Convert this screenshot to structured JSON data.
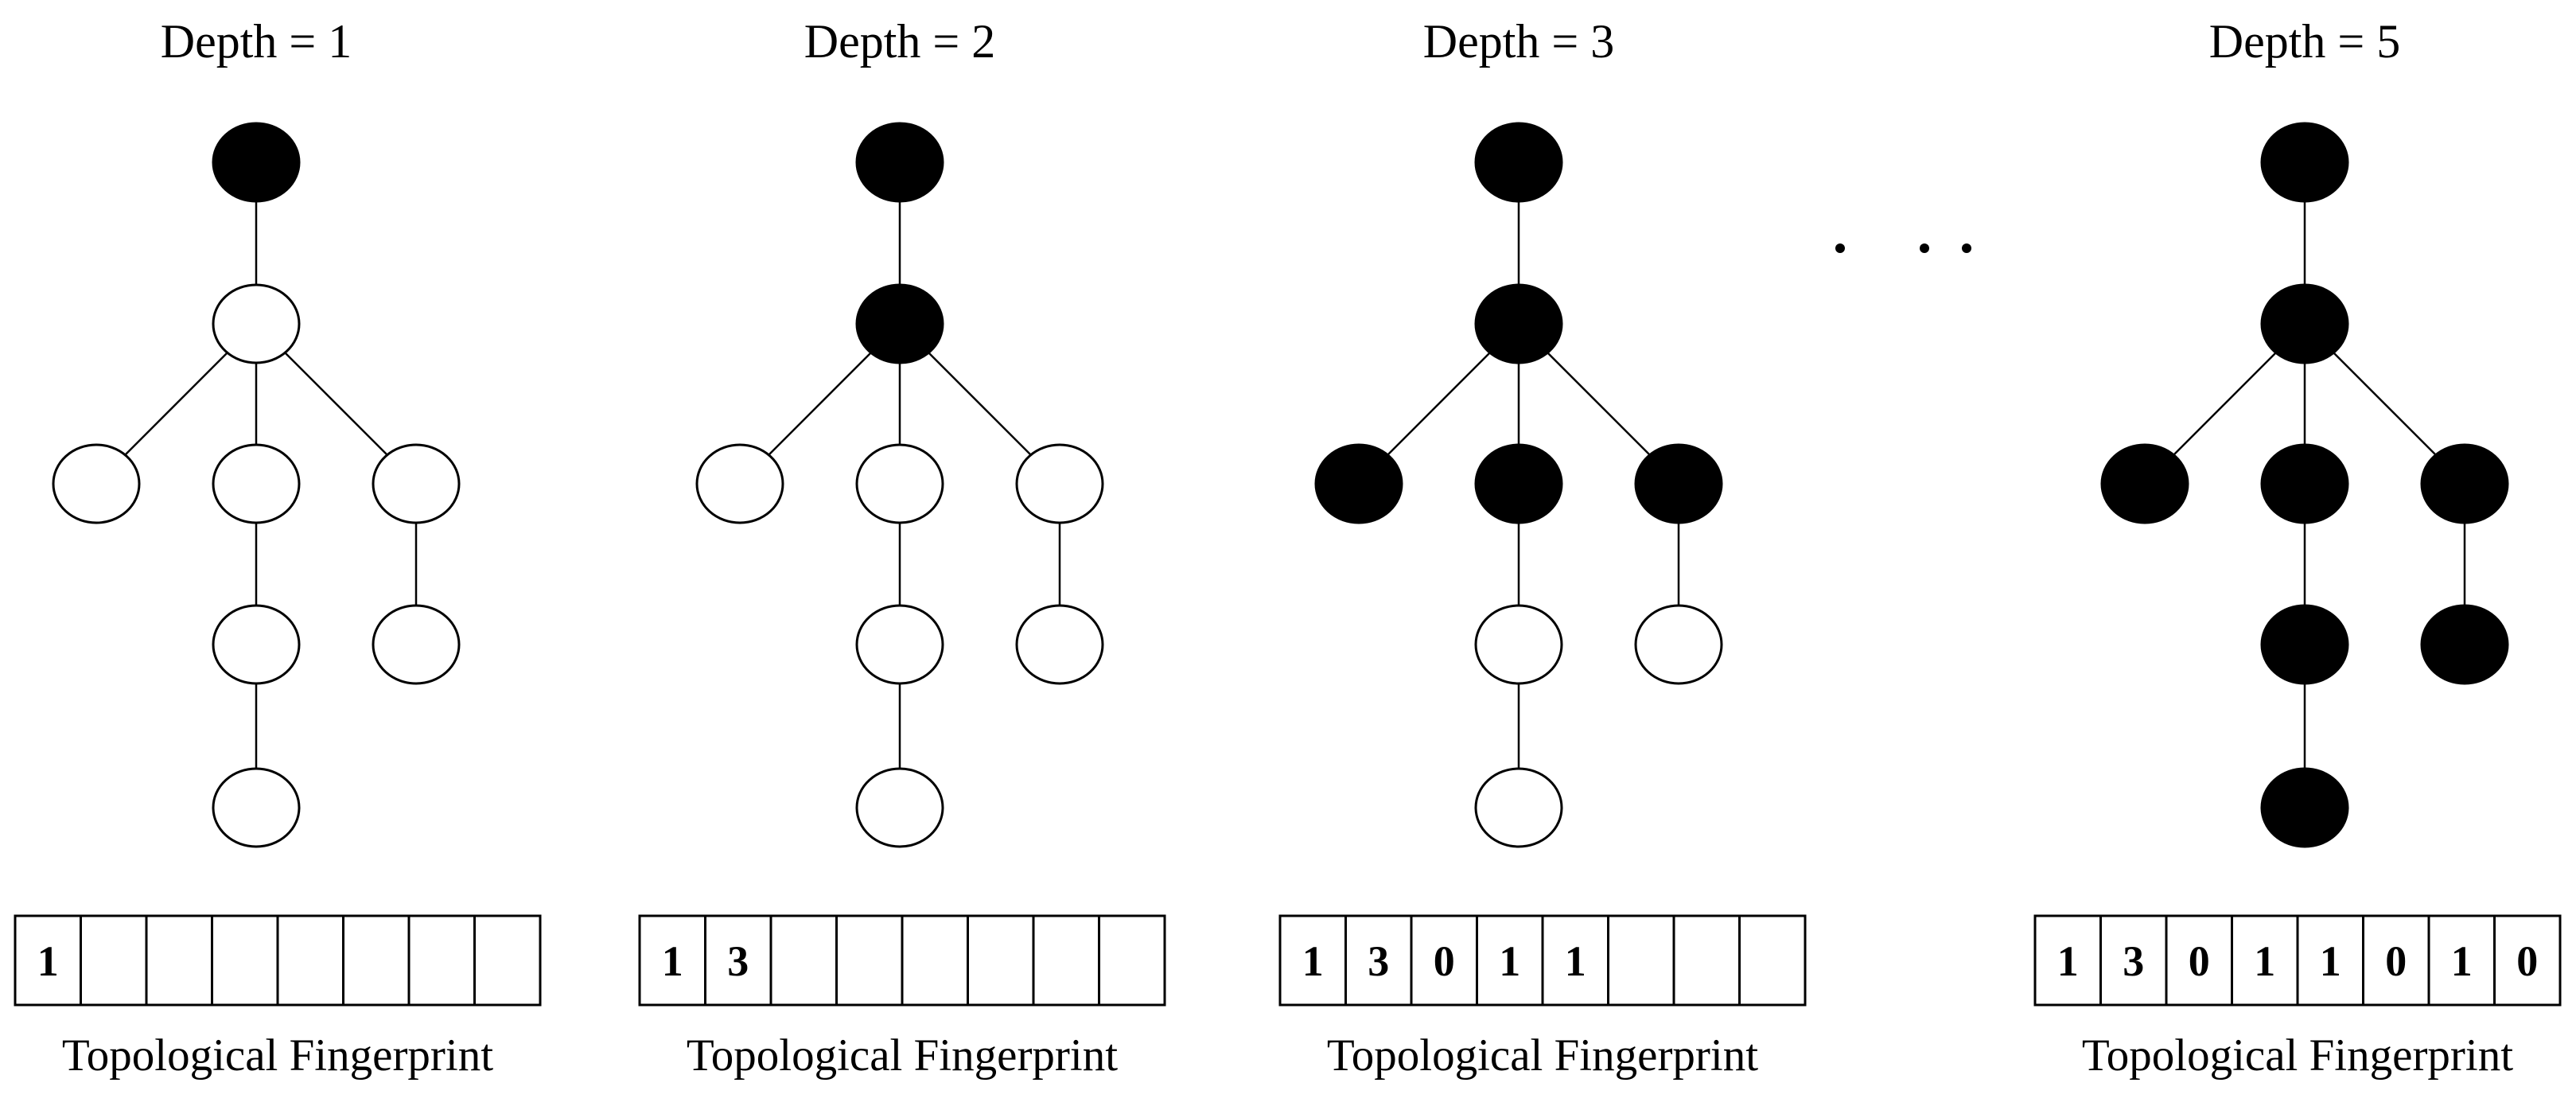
{
  "panels": [
    {
      "title": "Depth = 1",
      "filled": [
        true,
        false,
        false,
        false,
        false,
        false,
        false,
        false,
        false
      ],
      "fingerprint": [
        "1",
        "",
        "",
        "",
        "",
        "",
        "",
        ""
      ],
      "fingerprint_label": "Topological Fingerprint"
    },
    {
      "title": "Depth = 2",
      "filled": [
        true,
        true,
        false,
        false,
        false,
        false,
        false,
        false,
        false
      ],
      "fingerprint": [
        "1",
        "3",
        "",
        "",
        "",
        "",
        "",
        ""
      ],
      "fingerprint_label": "Topological Fingerprint"
    },
    {
      "title": "Depth = 3",
      "filled": [
        true,
        true,
        true,
        true,
        true,
        false,
        false,
        false,
        false
      ],
      "fingerprint": [
        "1",
        "3",
        "0",
        "1",
        "1",
        "",
        "",
        ""
      ],
      "fingerprint_label": "Topological Fingerprint"
    },
    {
      "title": "Depth = 5",
      "filled": [
        true,
        true,
        true,
        true,
        true,
        true,
        true,
        true,
        true
      ],
      "fingerprint": [
        "1",
        "3",
        "0",
        "1",
        "1",
        "0",
        "1",
        "0"
      ],
      "fingerprint_label": "Topological Fingerprint"
    }
  ],
  "colors": {
    "filled_node": "#000000",
    "empty_node": "#ffffff",
    "stroke": "#000000"
  }
}
